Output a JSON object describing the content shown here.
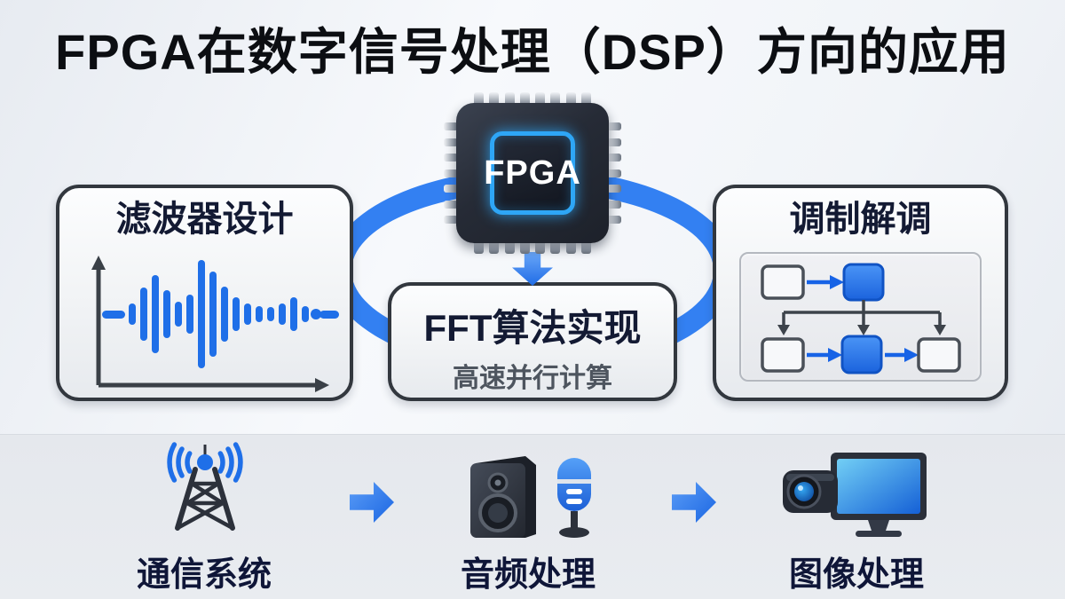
{
  "title": "FPGA在数字信号处理（DSP）方向的应用",
  "chip": {
    "label": "FPGA",
    "icon": "fpga-chip-icon"
  },
  "boxes": {
    "filter": {
      "title": "滤波器设计",
      "icon": "waveform-chart-icon"
    },
    "fft": {
      "title": "FFT算法实现",
      "subtitle": "高速并行计算"
    },
    "modulation": {
      "title": "调制解调",
      "icon": "block-diagram-icon"
    }
  },
  "bottom_flow": {
    "items": [
      {
        "label": "通信系统",
        "icon": "radio-tower-icon"
      },
      {
        "label": "音频处理",
        "icon": "speaker-microphone-icon"
      },
      {
        "label": "图像处理",
        "icon": "camera-monitor-icon"
      }
    ],
    "connector_icon": "right-arrow-icon"
  },
  "colors": {
    "accent_blue": "#2B7BF0",
    "ring_blue": "#3380F2",
    "chip_glow_blue": "#2EA6F6",
    "dark_navy_text": "#131A33",
    "subtitle_gray": "#4E555F",
    "box_border": "#32373E",
    "band_background": "#E7EAEE"
  }
}
